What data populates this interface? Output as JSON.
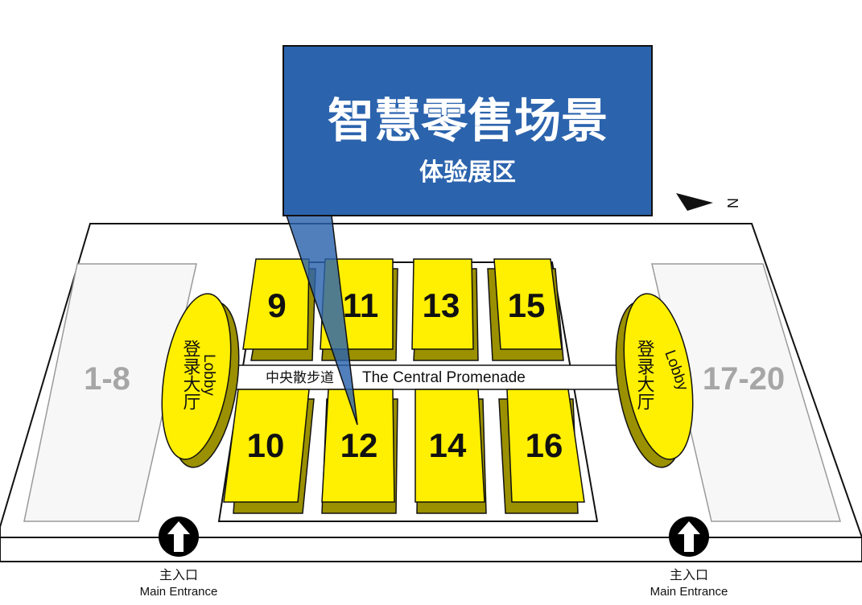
{
  "callout": {
    "title": "智慧零售场景",
    "subtitle": "体验展区",
    "target_hall": "12"
  },
  "halls": {
    "north_row": [
      "9",
      "11",
      "13",
      "15"
    ],
    "south_row": [
      "10",
      "12",
      "14",
      "16"
    ],
    "west_block": "1-8",
    "east_block": "17-20"
  },
  "promenade": {
    "label_cn": "中央散步道",
    "label_en": "The Central Promenade"
  },
  "lobbies": [
    {
      "label_cn": "登录大厅",
      "label_en": "Lobby"
    },
    {
      "label_cn": "登录大厅",
      "label_en": "Lobby"
    }
  ],
  "entrances": [
    {
      "label_cn": "主入口",
      "label_en": "Main Entrance"
    },
    {
      "label_cn": "主入口",
      "label_en": "Main Entrance"
    }
  ],
  "compass": {
    "label": "N"
  },
  "colors": {
    "hall_fill": "#ffef00",
    "hall_shadow": "#9a9000",
    "callout_fill": "#2b63ad",
    "side_number": "#a6a6a6",
    "entrance_circle": "#000000"
  }
}
